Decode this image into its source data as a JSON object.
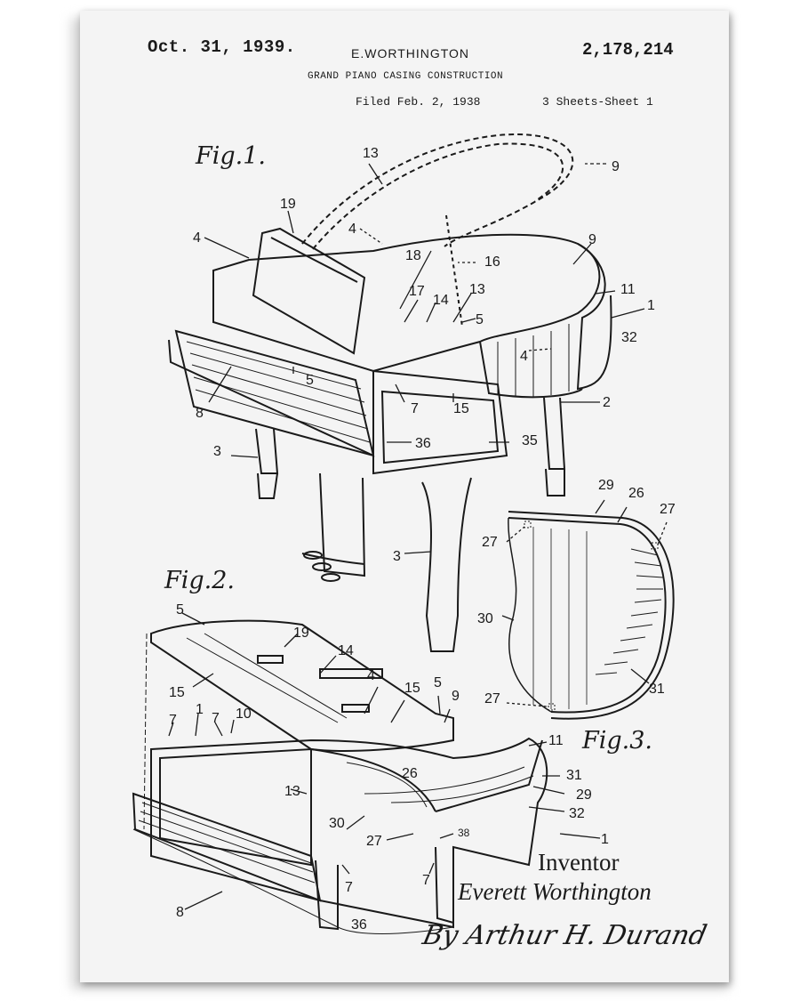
{
  "header": {
    "date": "Oct. 31, 1939.",
    "inventor_name": "E.WORTHINGTON",
    "patent_number": "2,178,214",
    "title": "GRAND PIANO CASING CONSTRUCTION",
    "filed": "Filed Feb. 2, 1938",
    "sheets": "3 Sheets-Sheet 1"
  },
  "figures": {
    "fig1": "Fig.1.",
    "fig2": "Fig.2.",
    "fig3": "Fig.3."
  },
  "footer": {
    "inventor_label": "Inventor",
    "inventor_full": "Everett Worthington",
    "attorney_signature": "By Arthur H. Durand"
  },
  "reference_numerals": {
    "fig1": [
      "13",
      "9",
      "19",
      "4",
      "4",
      "18",
      "16",
      "9",
      "14",
      "17",
      "13",
      "11",
      "1",
      "5",
      "32",
      "4",
      "5",
      "8",
      "7",
      "15",
      "2",
      "3",
      "36",
      "35",
      "3"
    ],
    "fig2": [
      "5",
      "19",
      "14",
      "15",
      "4",
      "15",
      "5",
      "9",
      "7",
      "1",
      "7",
      "10",
      "11",
      "26",
      "31",
      "13",
      "29",
      "30",
      "32",
      "27",
      "38",
      "1",
      "7",
      "7",
      "8",
      "36"
    ],
    "fig3": [
      "29",
      "26",
      "27",
      "27",
      "30",
      "27",
      "31"
    ]
  },
  "colors": {
    "paper": "#f4f4f4",
    "ink": "#1a1a1a",
    "frame_shadow": "#d8d8d8"
  }
}
